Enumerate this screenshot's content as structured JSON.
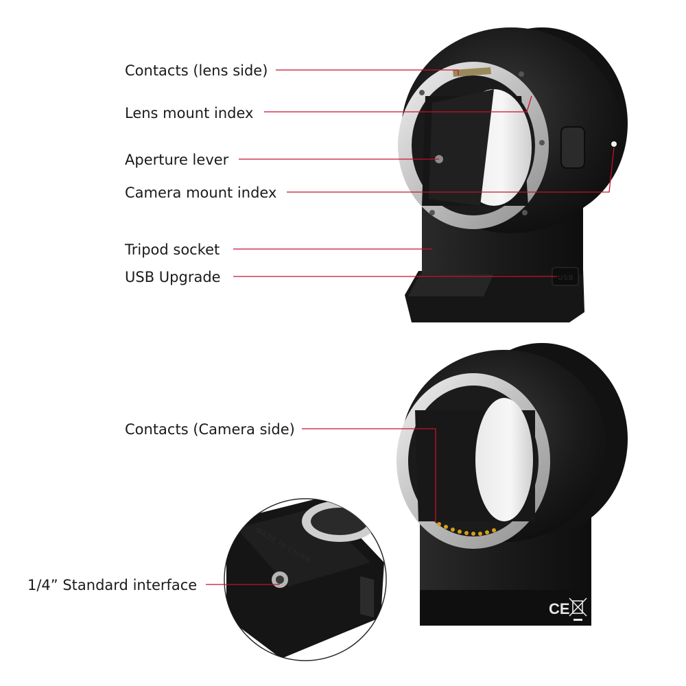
{
  "colors": {
    "leader": "#c8102e",
    "body": "#141414",
    "metal": "#c9c9c9",
    "contact": "#d4a017"
  },
  "callouts": {
    "contacts_lens": "Contacts (lens side)",
    "lens_mount_index": "Lens mount index",
    "aperture_lever": "Aperture lever",
    "camera_mount_index": "Camera mount index",
    "tripod_socket": "Tripod socket",
    "usb_upgrade": "USB Upgrade",
    "contacts_camera": "Contacts (Camera side)",
    "standard_interface": "1/4” Standard interface"
  },
  "product_markings": {
    "made_in": "MADE IN CHINA",
    "usb": "USB",
    "ce": "CE"
  },
  "icons": [
    "adapter-lens-side-image",
    "adapter-camera-side-image",
    "tripod-foot-closeup-image",
    "weee-bin-icon"
  ]
}
